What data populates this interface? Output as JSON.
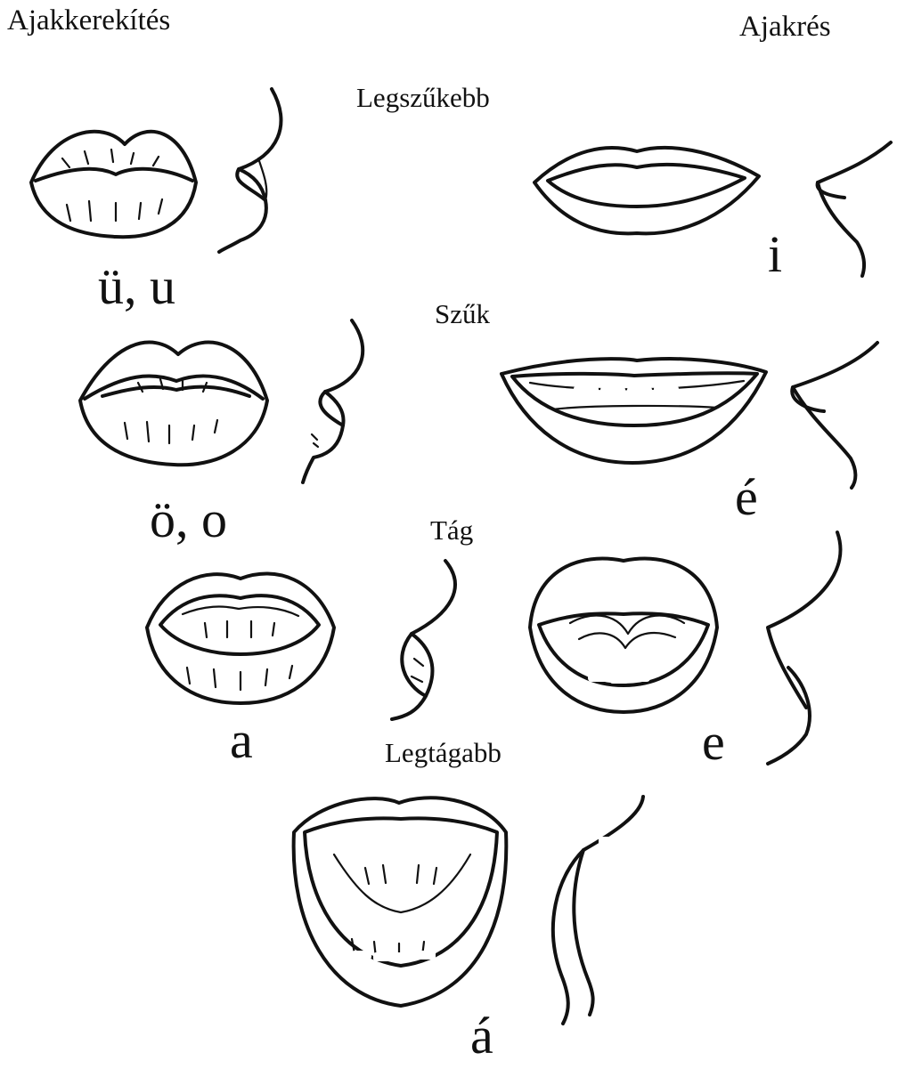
{
  "headers": {
    "rounding": "Ajakkerekítés",
    "spreading": "Ajakrés"
  },
  "levels": {
    "narrowest": "Legszűkebb",
    "narrow": "Szűk",
    "wide": "Tág",
    "widest": "Legtágabb"
  },
  "vowels": {
    "u": "ü, u",
    "o": "ö, o",
    "a": "a",
    "i": "i",
    "e_acute": "é",
    "e": "e",
    "a_acute": "á"
  },
  "colors": {
    "ink": "#111111",
    "paper": "#ffffff"
  }
}
